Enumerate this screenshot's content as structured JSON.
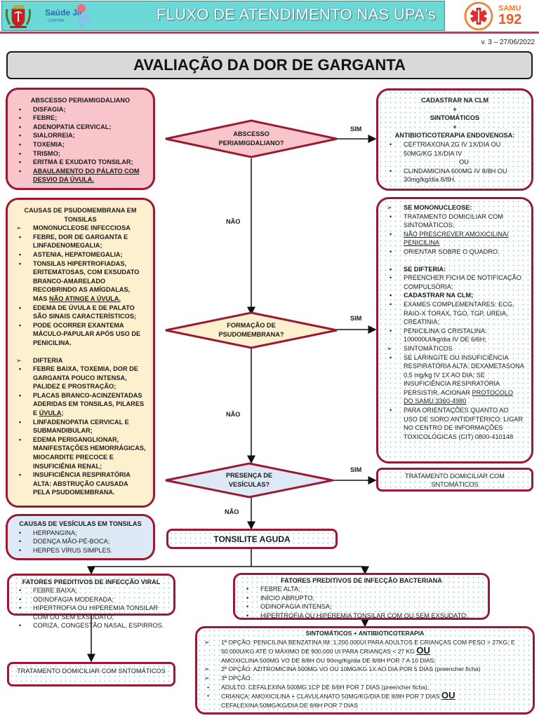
{
  "header": {
    "title": "FLUXO DE ATENDIMENTO NAS UPA's",
    "saude_logo_text": "Saúde Já",
    "saude_logo_sub": "CURITIBA",
    "samu_label": "SAMU",
    "samu_number": "192",
    "version": "v. 3 – 27/06/2022",
    "colors": {
      "banner": "#6dd9d6",
      "accent_line": "#c7365a",
      "box_border": "#9b1a33"
    }
  },
  "page_title": "AVALIAÇÃO DA DOR DE GARGANTA",
  "abscesso_box": {
    "title": "ABSCESSO PERIAMIGDALIANO",
    "items": [
      "DISFAGIA;",
      "FEBRE;",
      "ADENOPATIA CERVICAL;",
      "SIALORREIA;",
      "TOXEMIA;",
      "TRISMO;",
      "ERITMA E EXUDATO TONSILAR;",
      "ABAULAMENTO DO PÁLATO COM DESVIO DA ÚVULA."
    ]
  },
  "abscesso_treatment": {
    "line1": "CADASTRAR NA CLM",
    "plus": "+",
    "line2": "SINTOMÁTICOS",
    "line3": "ANTIBIOTICOTERAPIA ENDOVENOSA:",
    "opt1": "CEFTRIAXONA 2G IV 1X/DIA OU 50MG/KG 1X/DIA IV",
    "ou": "OU",
    "opt2": "CLINDAMICINA 600MG IV 8/8H OU 30mg/kg/dia 8/8H."
  },
  "decisions": {
    "d1": {
      "line1": "ABSCESSO",
      "line2": "PERIAMIGDALIANO?"
    },
    "d2": {
      "line1": "FORMAÇÃO DE",
      "line2": "PSUDOMEMBRANA?"
    },
    "d3": {
      "line1": "PRESENÇA DE",
      "line2": "VESÍCULAS?"
    },
    "yes": "SIM",
    "no": "NÃO"
  },
  "pseudo_box": {
    "title": "CAUSAS DE PSUDOMEMBRANA EM TONSILAS",
    "mono_title": "MONONUCLEOSE INFECCIOSA",
    "mono_items": [
      "FEBRE, DOR DE GARGANTA E LINFADENOMEGALIA;",
      "ASTENIA, HEPATOMEGALIA;",
      "TONSILAS HIPERTROFIADAS, ERITEMATOSAS, COM EXSUDATO BRANCO-AMARELADO RECOBRINDO AS AMÍGDALAS, MAS",
      "EDEMA DE ÚVULA E DE PALATO SÃO SINAIS CARACTERÍSTICOS;",
      "PODE OCORRER EXANTEMA MÁCULO-PAPULAR APÓS USO DE PENICILINA."
    ],
    "mono_underline": "NÃO ATINGE A ÚVULA.",
    "dift_title": "DIFTERIA",
    "dift_items": [
      "FEBRE BAIXA, TOXEMIA, DOR DE GARGANTA POUCO INTENSA, PALIDEZ E PROSTRAÇÃO;",
      "PLACAS BRANCO-ACINZENTADAS ADERIDAS EM TONSILAS, PILARES E",
      "LINFADENOPATIA CERVICAL E SUBMANDIBULAR;",
      "EDEMA PERIGANGLIONAR, MANIFESTAÇÕES HEMORRÁGICAS, MIOCARDITE PRECOCE E INSUFICIÊNIA RENAL;",
      "INSUFICIÊNCIA RESPIRATÓRIA ALTA: ABSTRUÇÃO CAUSADA PELA PSUDOMEMBRANA."
    ],
    "dift_underline": "ÚVULA",
    "dift_after": ";"
  },
  "pseudo_treatment": {
    "mono_title": "SE MONONUCLEOSE:",
    "mono_1": "TRATAMENTO DOMICILIAR COM SINTOMÁTICOS;",
    "mono_2": "NÃO PRESCREVER AMOXICILINA/ PENICILINA",
    "mono_3": "ORIENTAR SOBRE O QUADRO.",
    "dift_title": "SE DIFTERIA:",
    "dift_1": "PREENCHER FICHA DE NOTIFICAÇÃO COMPULSÓRIA;",
    "dift_2": "CADASTRAR NA CLM;",
    "dift_3": "EXAMES COMPLEMENTARES: ECG, RAIO-X TORAX, TGO, TGP, UREIA, CREATINIA;",
    "dift_4": "PENICILINA G CRISTALINA: 100000UI/kg/dia IV DE 6/6H;",
    "sint_title": "SINTOMÁTICOS",
    "sint_1": "SE LARINGITE OU INSUFICIÊNCIA RESPIRATÓRIA ALTA: DEXAMETASONA 0,5 mg/kg IV 1X AO DIA; SE INSUFICIÊNCIA RESPIRATÓRIA PERSISTIR, ACIONAR",
    "sint_1_underline": "PROTOCOLO DO SAMU 3360-4980",
    "sint_2": "PARA ORIENTAÇÕES QUANTO AO USO DE SORO ANTIDIFTÉRICO: LIGAR NO CENTRO DE INFORMAÇÕES TOXICOLÓGICAS (CIT) 0800-410148"
  },
  "vesicle_treatment": "TRATAMENTO DOMICILIAR COM SNTOMÁTICOS",
  "vesicle_box": {
    "title": "CAUSAS DE VESÍCULAS EM TONSILAS",
    "items": [
      "HERPANGINA;",
      "DOENÇA MÃO-PÉ-BOCA;",
      "HERPES VÍRUS SIMPLES."
    ]
  },
  "tonsilite": "TONSILITE AGUDA",
  "viral_box": {
    "title": "FATORES PREDITIVOS DE INFECÇÃO VIRAL",
    "items": [
      "FEBRE BAIXA;",
      "ODINOFAGIA MODERADA;",
      "HIPERTROFIA OU HIPEREMIA TONSILAR COM OU SEM EXSUDATO;",
      "CORIZA, CONGESTÃO NASAL, ESPIRROS."
    ]
  },
  "viral_treatment": "TRATAMENTO DOMICILIAR COM SNTOMÁTICOS",
  "bacterial_box": {
    "title": "FATORES PREDITIVOS DE INFECÇÃO BACTERIANA",
    "items": [
      "FEBRE ALTA;",
      "INÍCIO ABRUPTO;",
      "ODINOFAGIA INTENSA;",
      "HIPERTROFIA OU HIPEREMIA TONSILAR COM OU SEM EXSUDATO;"
    ]
  },
  "antibiotic_box": {
    "title": "SINTOMÁTICOS + ANTIBIOTICOTERAPIA",
    "opt1_a": "1ª OPÇÃO: PENICILINA BENZATINA IM: 1.200.000UI PARA ADULTOS E CRIANÇAS COM PESO > 27KG; E 50.000U/KG ATÉ O MÁXIMO DE 900.000 UI PARA CRIANÇAS < 27 KG",
    "ou": "OU",
    "opt1_b": "AMOXICLINA 500MG VO DE 8/8H OU 90mg/Kg/dia DE 8/8H POR 7  A 10 DIAS;",
    "opt2": "2ª OPÇÃO: AZITROMICINA 500MG VO OU 10MG/KG 1X AO DIA POR 5 DIAS (preencher ficha)",
    "opt3": "3ª OPÇÃO:",
    "adult": "ADULTO: CEFALEXINA 500MG 1CP DE 6/6H POR 7 DIAS (preencher ficha);",
    "child_a": "CRIANÇA: AMOXICILINA + CLAVULANATO 50MG/KG/DIA DE 8/8H POR 7 DIAS",
    "child_b": "CEFALEXINA 50MG/KG/DIA DE 6/6H POR 7 DIAS"
  }
}
